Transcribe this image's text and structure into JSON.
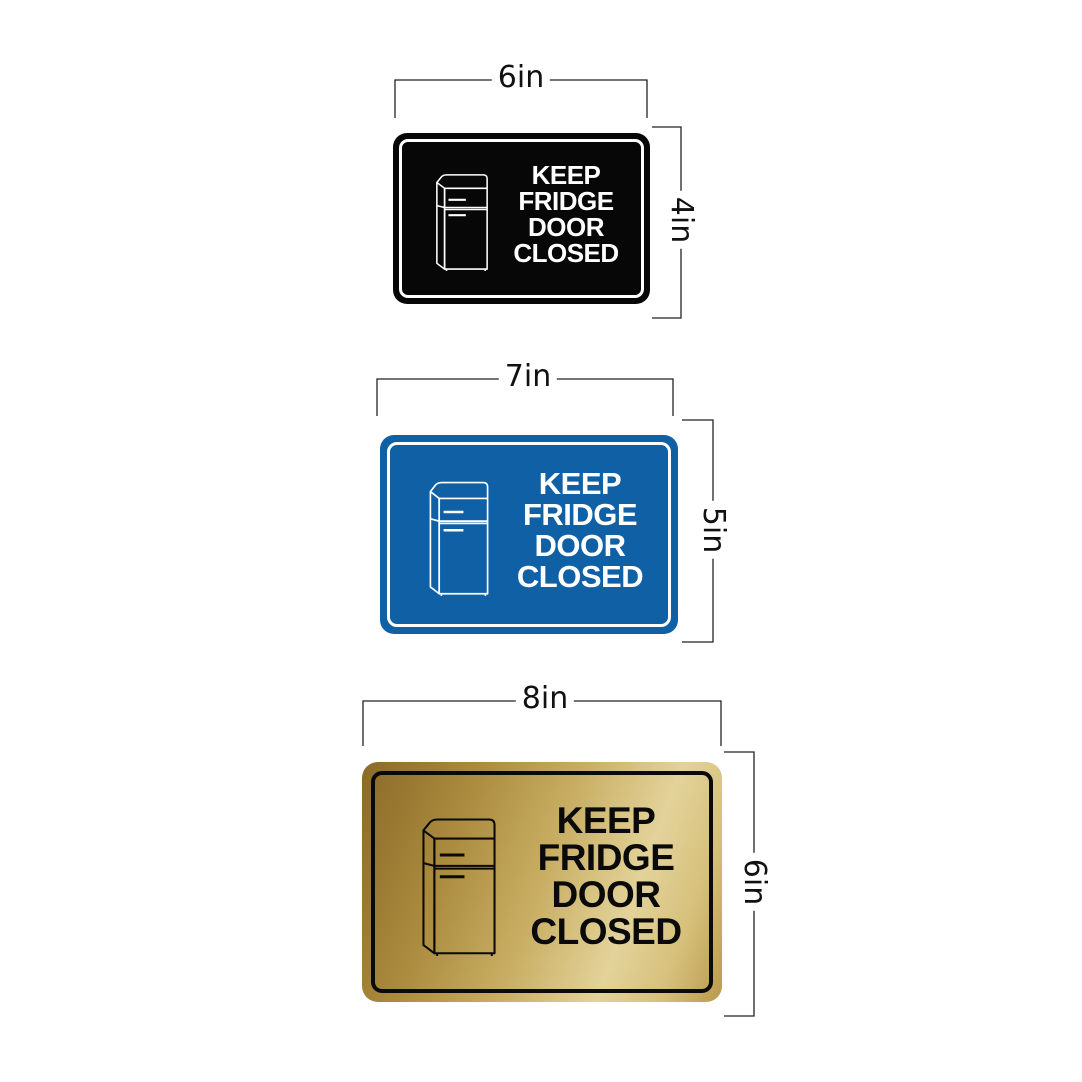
{
  "dimensions": {
    "small": {
      "width": "6in",
      "height": "4in"
    },
    "medium": {
      "width": "7in",
      "height": "5in"
    },
    "large": {
      "width": "8in",
      "height": "6in"
    }
  },
  "signs": [
    {
      "id": "black",
      "lines": [
        "KEEP",
        "FRIDGE",
        "DOOR",
        "CLOSED"
      ],
      "background": "#070707",
      "foreground": "#ffffff",
      "icon": "refrigerator-icon"
    },
    {
      "id": "blue",
      "lines": [
        "KEEP",
        "FRIDGE",
        "DOOR",
        "CLOSED"
      ],
      "background": "#1060a5",
      "foreground": "#ffffff",
      "icon": "refrigerator-icon"
    },
    {
      "id": "gold",
      "lines": [
        "KEEP",
        "FRIDGE",
        "DOOR",
        "CLOSED"
      ],
      "background": "#c8ae63",
      "foreground": "#0a0a0a",
      "icon": "refrigerator-icon"
    }
  ]
}
